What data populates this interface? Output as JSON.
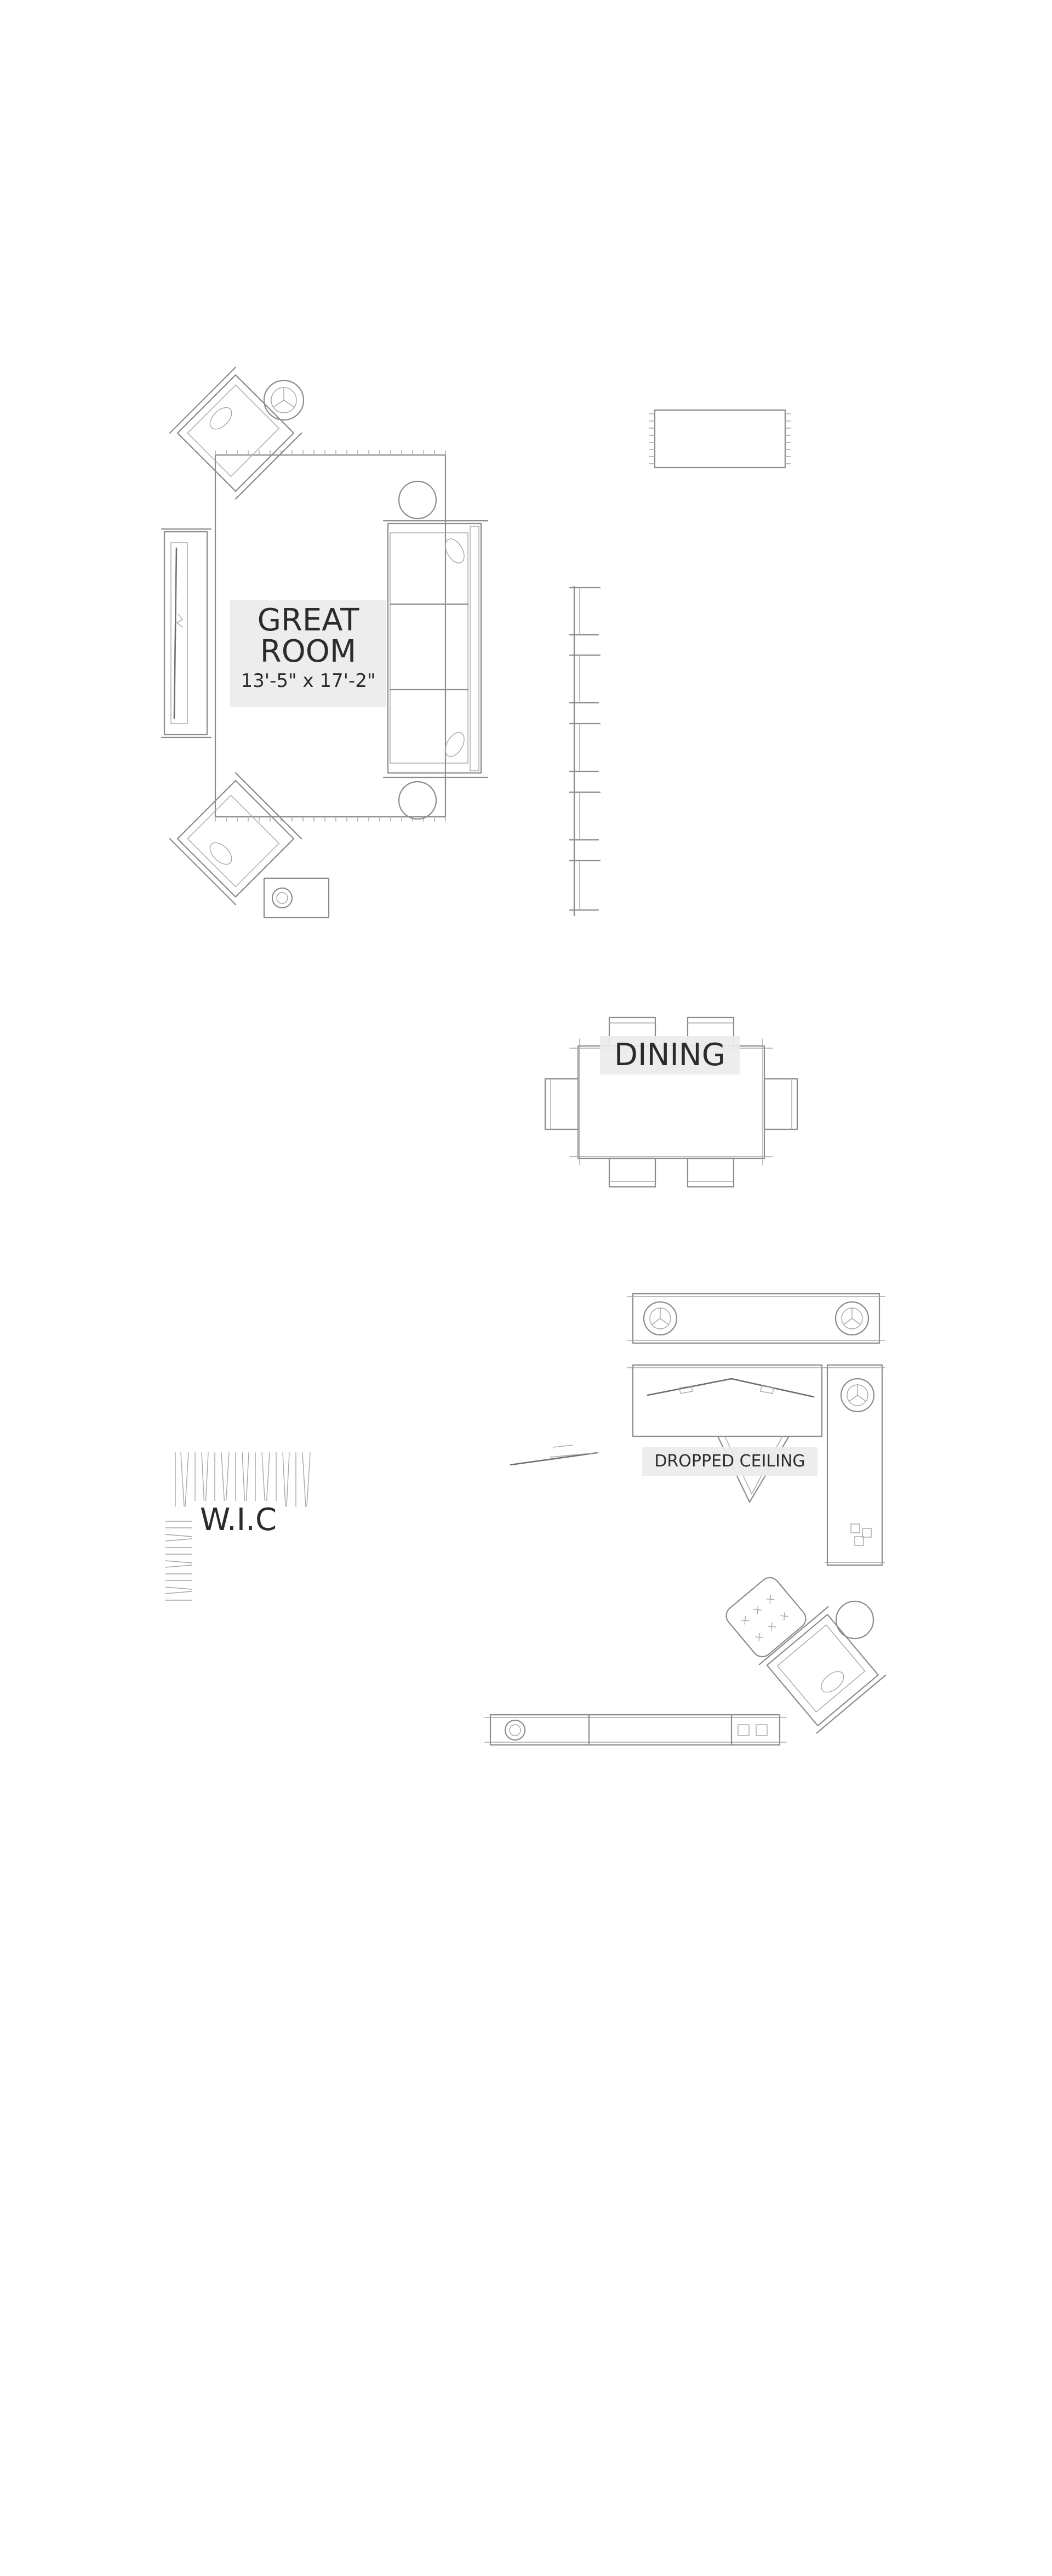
{
  "rooms": {
    "great_room": {
      "title_line1": "GREAT",
      "title_line2": "ROOM",
      "dimensions": "13'-5\" x 17'-2\""
    },
    "dining": {
      "title": "DINING"
    },
    "dropped_ceiling": {
      "title": "DROPPED CEILING"
    },
    "wic": {
      "title": "W.I.C"
    }
  },
  "colors": {
    "line": "#8c8c8c",
    "text": "#2b2b2b",
    "label_bg": "#ececec"
  }
}
